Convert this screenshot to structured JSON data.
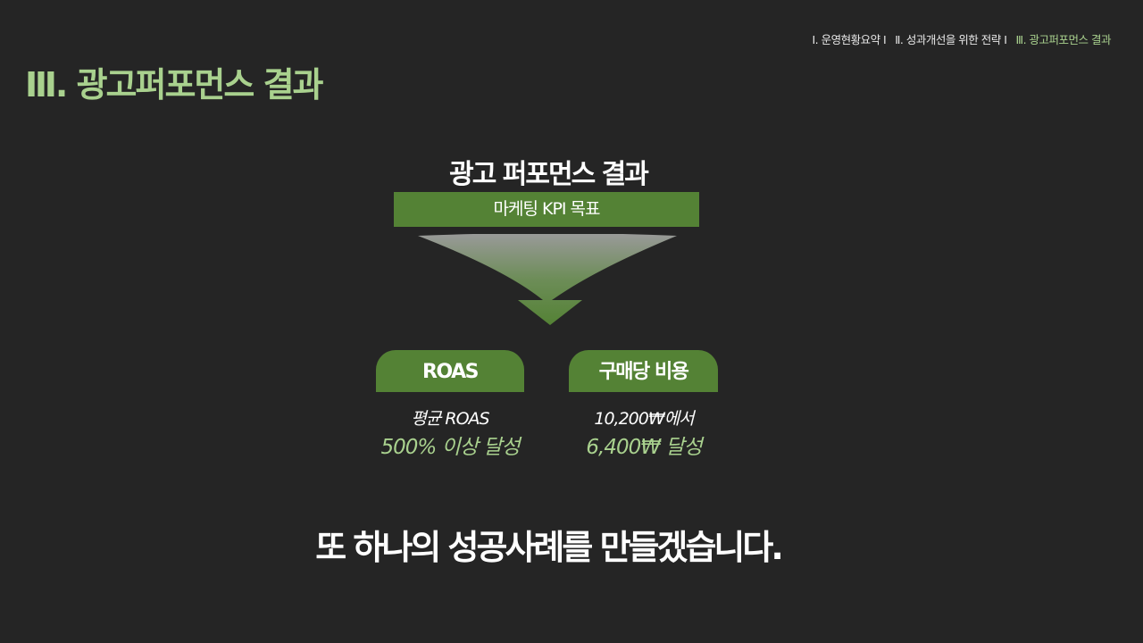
{
  "nav": {
    "items": [
      "Ⅰ. 운영현황요약 Ⅰ",
      "Ⅱ. 성과개선을 위한 전략 Ⅰ",
      "Ⅲ. 광고퍼포먼스 결과"
    ]
  },
  "page_title": "Ⅲ. 광고퍼포먼스 결과",
  "diagram": {
    "heading": "광고 퍼포먼스 결과",
    "goal_bar": "마케팅 KPI 목표",
    "cards": [
      {
        "label": "ROAS",
        "line1": "평균 ROAS",
        "line2": "500% 이상 달성"
      },
      {
        "label": "구매당 비용",
        "line1": "10,200₩에서",
        "line2": "6,400₩ 달성"
      }
    ]
  },
  "closing": "또 하나의 성공사례를 만들겠습니다.",
  "colors": {
    "background": "#252525",
    "accent": "#548235",
    "accent_light": "#a9d18e"
  }
}
